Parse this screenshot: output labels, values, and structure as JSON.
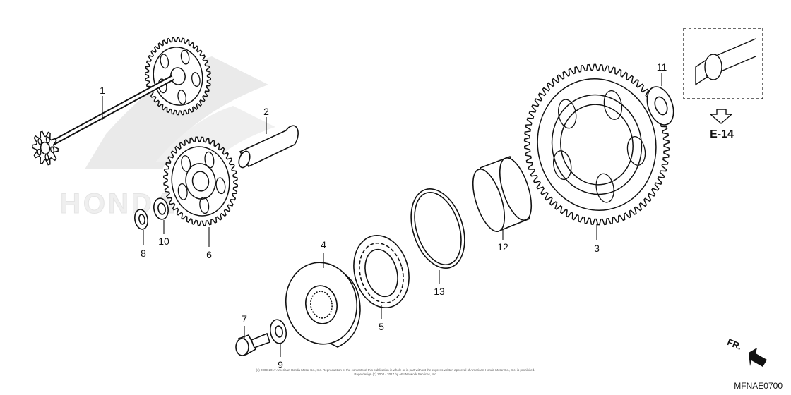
{
  "diagram": {
    "callouts": [
      "1",
      "2",
      "3",
      "4",
      "5",
      "6",
      "7",
      "8",
      "9",
      "10",
      "11",
      "12",
      "13"
    ],
    "reference": "E-14",
    "direction": "FR.",
    "code": "MFNAE0700",
    "watermark": "HONDA",
    "copyright_line1": "(c) 2009-2017 American Honda Motor Co., Inc. Reproduction of the contents of this publication in whole or in part without the express written approval of American Honda Motor Co., Inc. is prohibited.",
    "copyright_line2": "Page design (c) 2004 - 2017 by ARI Network Services, Inc."
  }
}
